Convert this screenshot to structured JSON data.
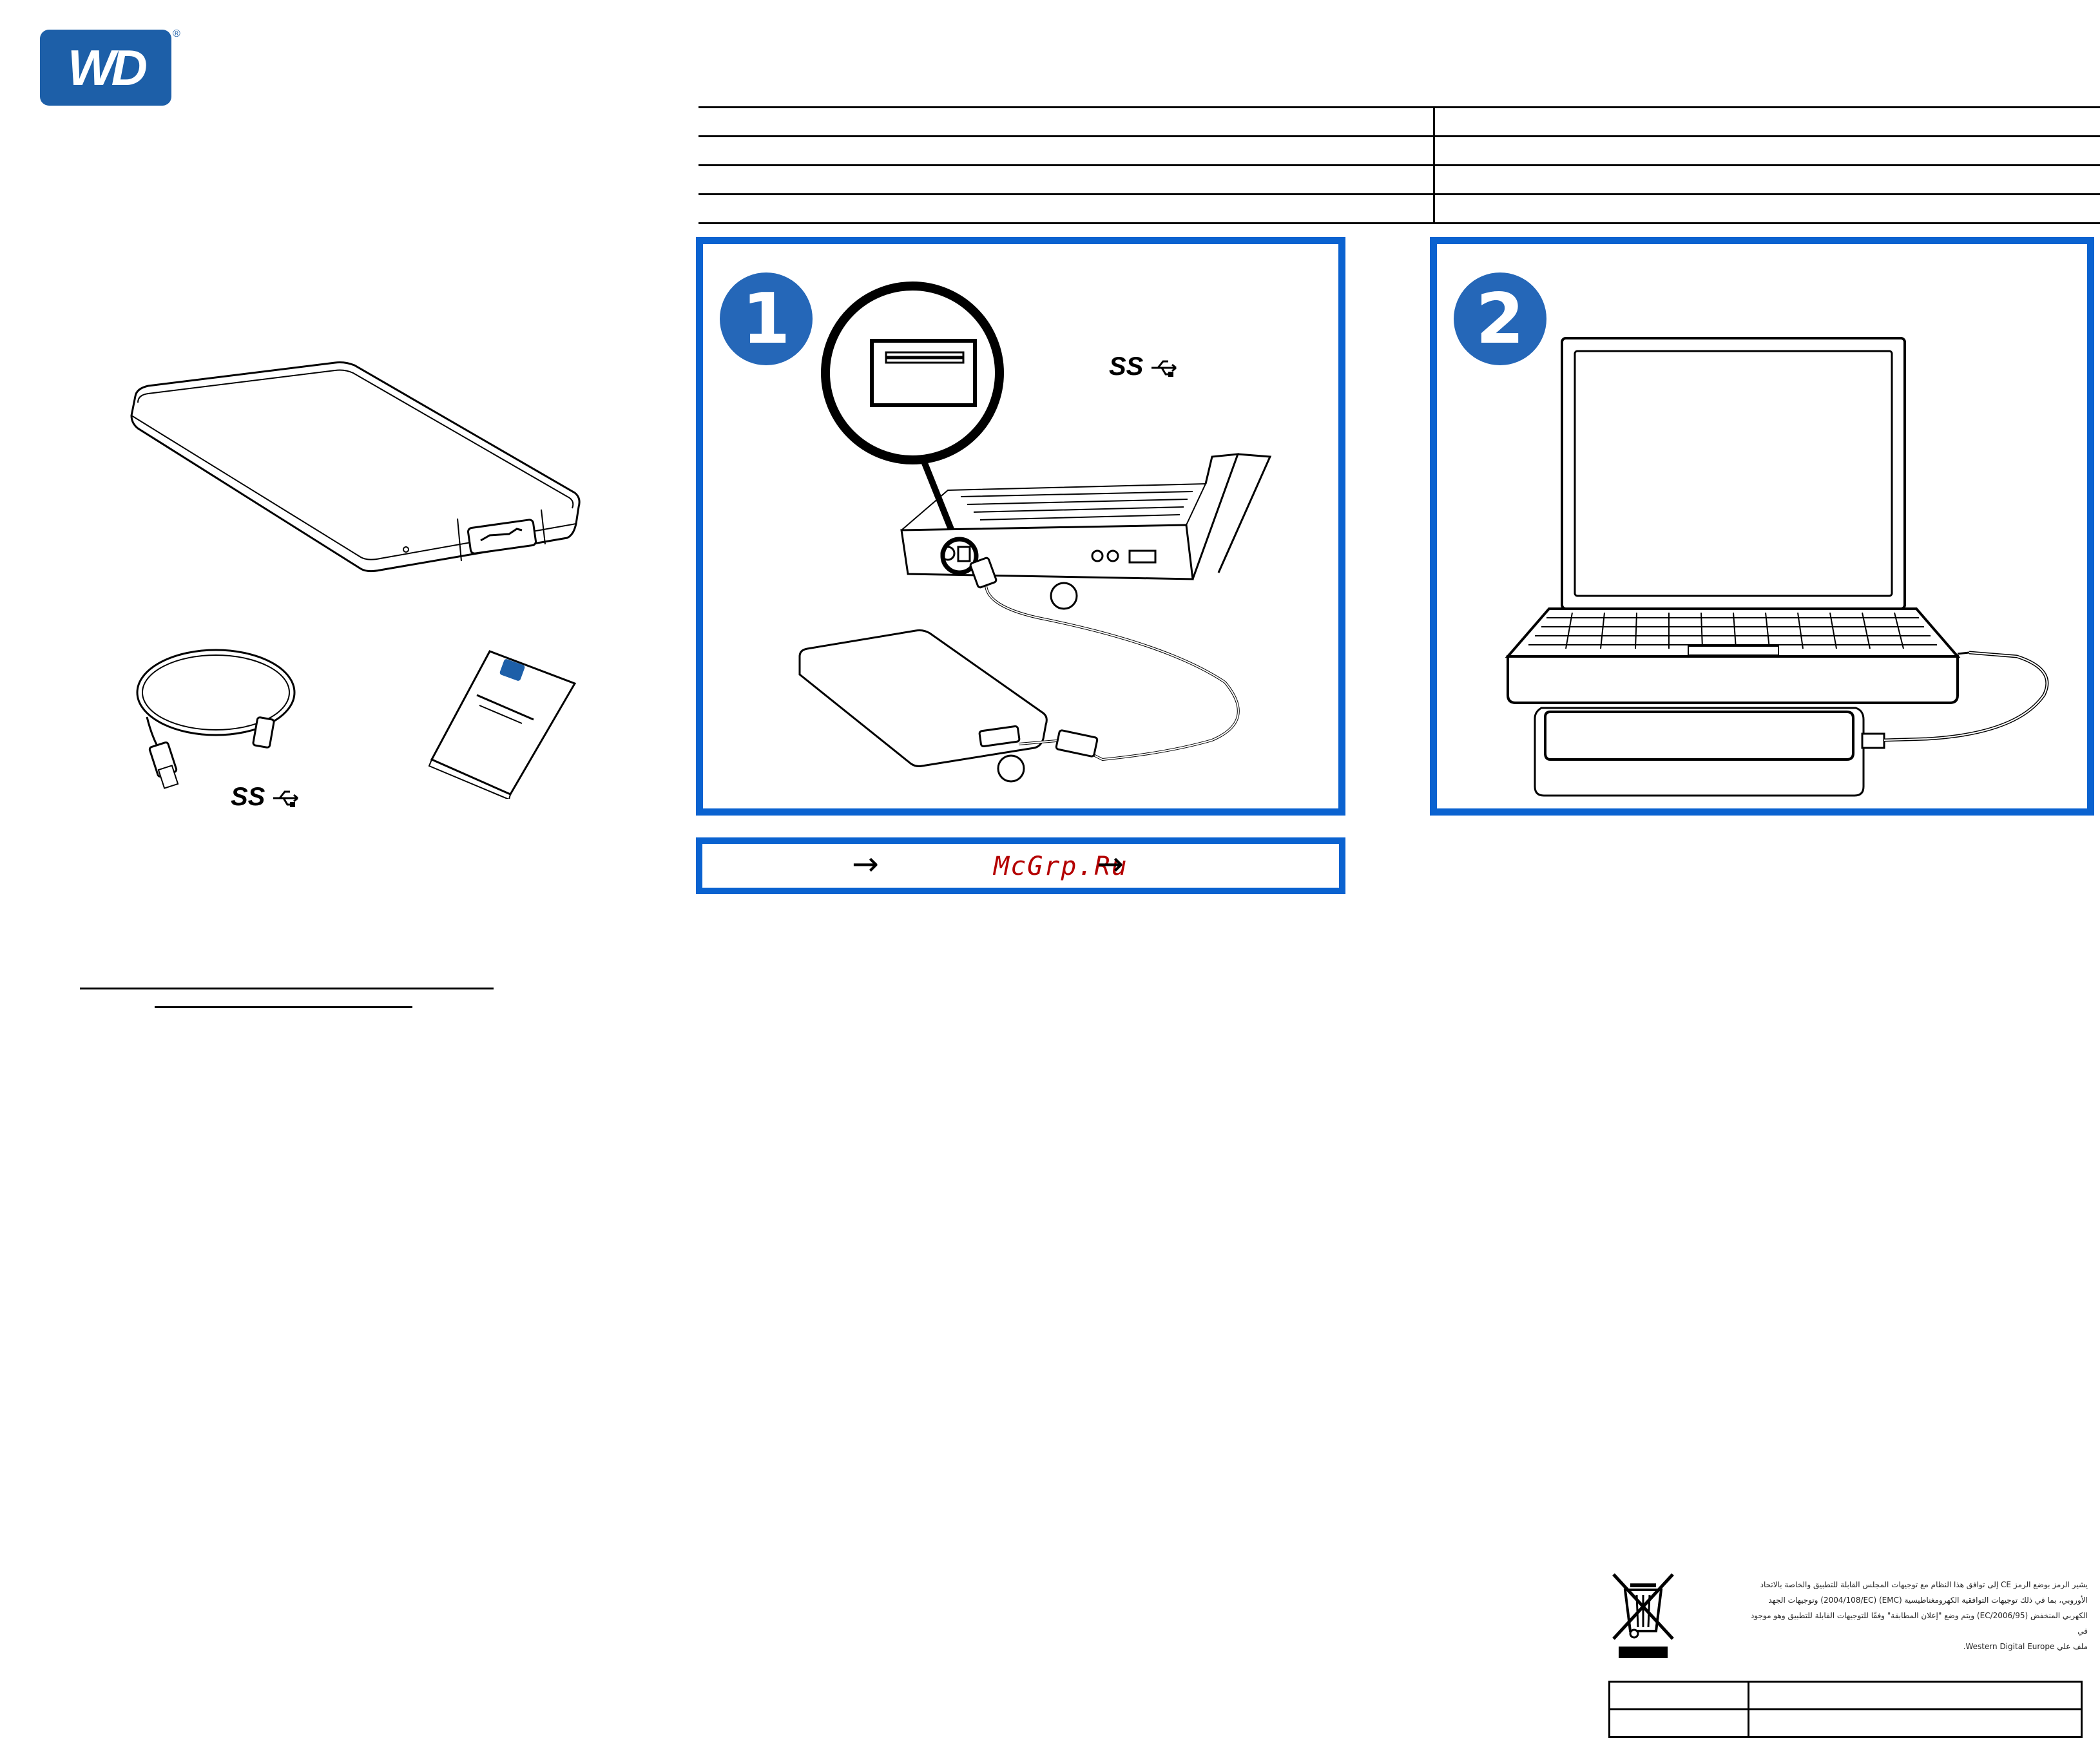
{
  "brand": {
    "logo_text": "WD",
    "registered_mark": "®"
  },
  "steps": [
    {
      "number": "1"
    },
    {
      "number": "2"
    }
  ],
  "usb_logo": {
    "text": "SS"
  },
  "bar": {
    "watermark": "McGrp.Ru"
  },
  "icons": {
    "arrow": "→",
    "weee": "crossed-out-wheelie-bin-icon"
  },
  "arabic_notice": {
    "lines": [
      "يشير الرمز بوضع الرمز CE إلى توافق هذا النظام مع توجيهات المجلس القابلة للتطبيق والخاصة بالاتحاد",
      "الأوروبي، بما في ذلك توجيهات التوافقية الكهرومغناطيسية (EMC) (2004/108/EC) وتوجيهات الجهد",
      "الكهربي المنخفض (2006/95/EC) ويتم وضع \"إعلان المطابقة\" وفقًا للتوجيهات القابلة للتطبيق وهو موجود في",
      "ملف علي Western Digital Europe."
    ]
  },
  "colors": {
    "step_border": "#0a62d0",
    "badge": "#2567b8",
    "logo": "#1d5fa8",
    "watermark": "#b40000"
  }
}
